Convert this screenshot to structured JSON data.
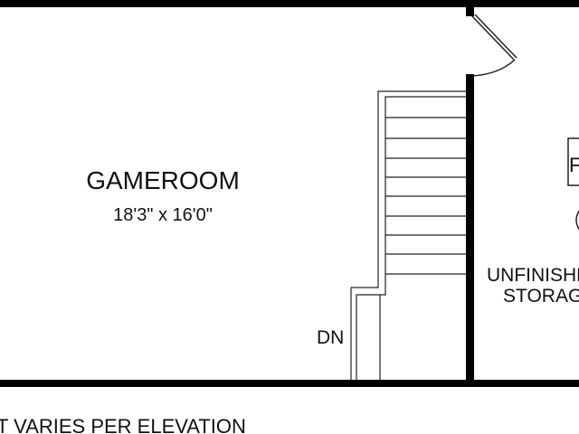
{
  "rooms": {
    "gameroom": {
      "name": "GAMEROOM",
      "dimensions": "18'3\" x 16'0\""
    },
    "storage": {
      "name_line1": "UNFINISHED",
      "name_line2": "STORAGE"
    }
  },
  "stair_label": "DN",
  "appliance_label": "F",
  "footnote": "T VARIES PER ELEVATION",
  "colors": {
    "wall": "#000000",
    "fixture": "#222222",
    "text": "#111111",
    "background": "#ffffff"
  }
}
